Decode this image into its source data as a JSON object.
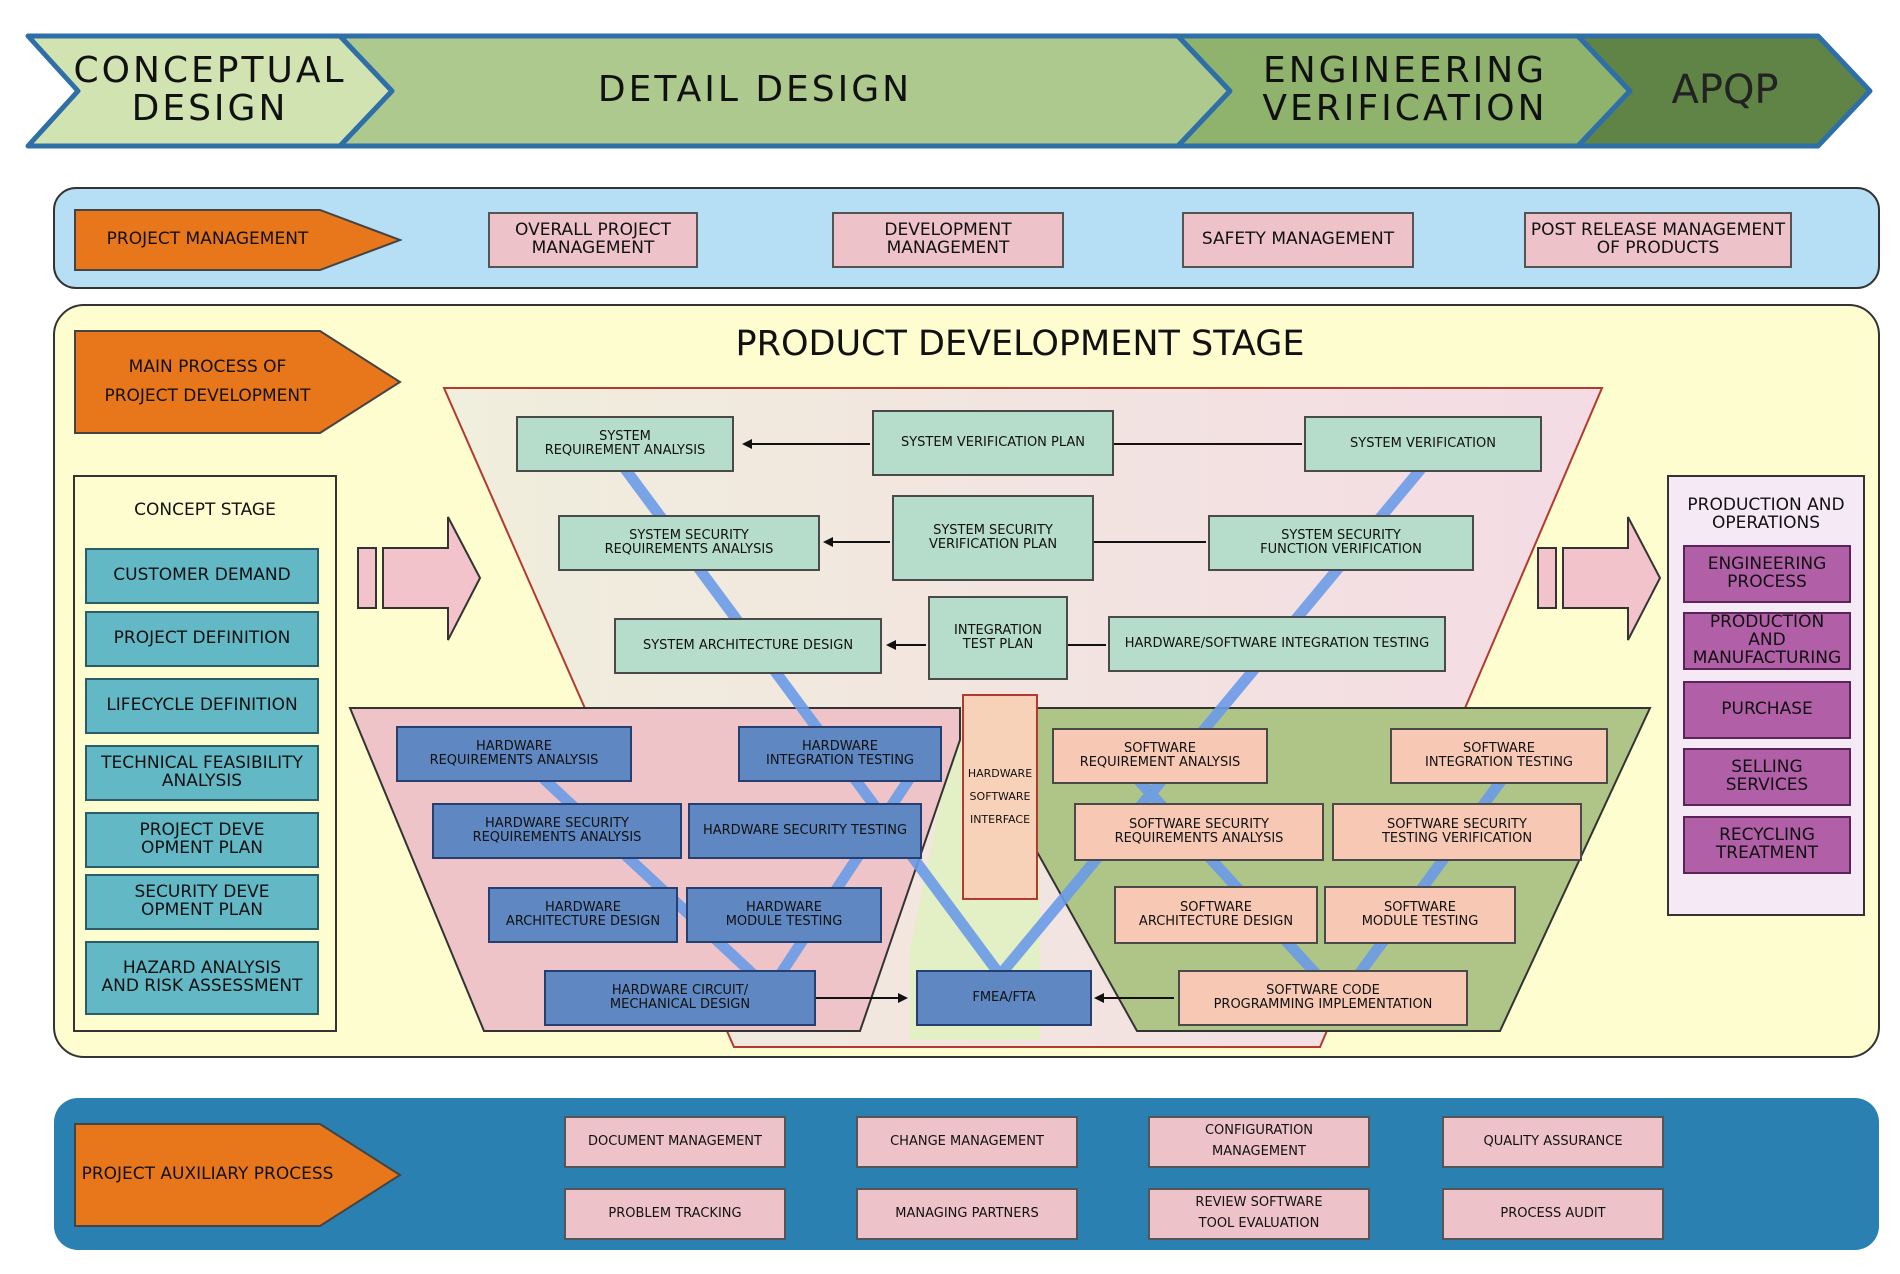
{
  "phases": [
    {
      "label": "CONCEPTUAL\nDESIGN",
      "color": "#d1e3b0"
    },
    {
      "label": "DETAIL DESIGN",
      "color": "#aec98d"
    },
    {
      "label": "ENGINEERING\nVERIFICATION",
      "color": "#8fb26c"
    },
    {
      "label": "APQP",
      "color": "#5f8446"
    }
  ],
  "project_management": {
    "label": "PROJECT MANAGEMENT",
    "items": [
      "OVERALL PROJECT\nMANAGEMENT",
      "DEVELOPMENT\nMANAGEMENT",
      "SAFETY MANAGEMENT",
      "POST RELEASE MANAGEMENT\nOF PRODUCTS"
    ]
  },
  "main_process": {
    "label": "MAIN PROCESS OF\nPROJECT DEVELOPMENT",
    "title": "PRODUCT DEVELOPMENT STAGE"
  },
  "concept_stage": {
    "title": "CONCEPT STAGE",
    "items": [
      "CUSTOMER DEMAND",
      "PROJECT DEFINITION",
      "LIFECYCLE DEFINITION",
      "TECHNICAL FEASIBILITY\nANALYSIS",
      "PROJECT DEVE\nOPMENT PLAN",
      "SECURITY DEVE\nOPMENT PLAN",
      "HAZARD ANALYSIS\nAND RISK ASSESSMENT"
    ]
  },
  "production": {
    "title": "PRODUCTION AND\nOPERATIONS",
    "items": [
      "ENGINEERING\nPROCESS",
      "PRODUCTION AND\nMANUFACTURING",
      "PURCHASE",
      "SELLING SERVICES",
      "RECYCLING\nTREATMENT"
    ]
  },
  "system": {
    "req": "SYSTEM\nREQUIREMENT ANALYSIS",
    "ver_plan": "SYSTEM VERIFICATION PLAN",
    "ver": "SYSTEM VERIFICATION",
    "sec_req": "SYSTEM SECURITY\nREQUIREMENTS ANALYSIS",
    "sec_plan": "SYSTEM SECURITY\nVERIFICATION PLAN",
    "sec_ver": "SYSTEM SECURITY\nFUNCTION VERIFICATION",
    "arch": "SYSTEM ARCHITECTURE DESIGN",
    "int_plan": "INTEGRATION\nTEST PLAN",
    "hwsw_int": "HARDWARE/SOFTWARE INTEGRATION TESTING"
  },
  "hardware": {
    "req": "HARDWARE\nREQUIREMENTS ANALYSIS",
    "int": "HARDWARE\nINTEGRATION TESTING",
    "sec_req": "HARDWARE SECURITY\nREQUIREMENTS ANALYSIS",
    "sec_test": "HARDWARE SECURITY TESTING",
    "arch": "HARDWARE\nARCHITECTURE DESIGN",
    "module": "HARDWARE\nMODULE TESTING",
    "circuit": "HARDWARE CIRCUIT/\nMECHANICAL DESIGN"
  },
  "interface": "HARDWARE\n\nSOFTWARE\n\nINTERFACE",
  "fmea": "FMEA/FTA",
  "software": {
    "req": "SOFTWARE\nREQUIREMENT ANALYSIS",
    "int": "SOFTWARE\nINTEGRATION TESTING",
    "sec_req": "SOFTWARE SECURITY\nREQUIREMENTS ANALYSIS",
    "sec_test": "SOFTWARE SECURITY\nTESTING VERIFICATION",
    "arch": "SOFTWARE\nARCHITECTURE DESIGN",
    "module": "SOFTWARE\nMODULE TESTING",
    "code": "SOFTWARE CODE\nPROGRAMMING IMPLEMENTATION"
  },
  "auxiliary": {
    "label": "PROJECT AUXILIARY PROCESS",
    "items": [
      "DOCUMENT MANAGEMENT",
      "CHANGE MANAGEMENT",
      "CONFIGURATION\nMANAGEMENT",
      "QUALITY ASSURANCE",
      "PROBLEM TRACKING",
      "MANAGING PARTNERS",
      "REVIEW SOFTWARE\nTOOL EVALUATION",
      "PROCESS AUDIT"
    ]
  }
}
